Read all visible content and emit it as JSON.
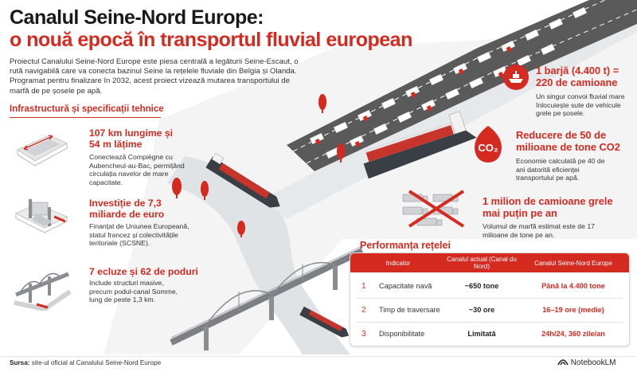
{
  "title": {
    "line1": "Canalul Seine-Nord Europe:",
    "line2": "o nouă epocă în transportul fluvial european"
  },
  "intro": "Proiectul Canalului Seine-Nord Europe este piesa centrală a legăturii Seine-Escaut, o rută navigabilă care va conecta bazinul Seine la rețelele fluviale din Belgia și Olanda. Programat pentru finalizare în 2032, acest proiect vizează mutarea transportului de marfă de pe șosele pe apă.",
  "infrastructure": {
    "heading": "Infrastructură și specificații tehnice",
    "items": [
      {
        "icon": "canal-length-icon",
        "title": "107 km lungime și 54 m lățime",
        "text": "Conectează Compiègne cu Aubencheul-au-Bac, permițând circulația navelor de mare capacitate."
      },
      {
        "icon": "lock-gate-icon",
        "title": "Investiție de 7,3 miliarde de euro",
        "text": "Finanțat de Uniunea Europeană, statul francez și colectivitățile teritoriale (SCSNE)."
      },
      {
        "icon": "bridge-icon",
        "title": "7 ecluze și 62 de poduri",
        "text": "Include structuri masive, precum podul-canal Somme, lung de peste 1,3 km."
      }
    ]
  },
  "benefits": [
    {
      "icon": "barge-icon",
      "title": "1 barjă (4.400 t) = 220 de camioane",
      "text": "Un singur convoi fluvial mare înlocuiește sute de vehicule grele pe șosele."
    },
    {
      "icon": "co2-leaf-icon",
      "title": "Reducere de 50 de milioane de tone CO2",
      "text": "Economie calculată pe 40 de ani datorită eficienței transportului pe apă."
    },
    {
      "icon": "crossed-trucks-icon",
      "title": "1 milion de camioane grele mai puțin pe an",
      "text": "Volumul de marfă estimat este de 17 milioane de tone pe an."
    }
  ],
  "performance": {
    "heading": "Performanța rețelei",
    "headers": [
      "Indicator",
      "Canalul actual (Canal du Nord)",
      "Canalul Seine-Nord Europe"
    ],
    "rows": [
      {
        "num": "1",
        "indicator": "Capacitate navă",
        "current": "~650 tone",
        "new": "Până la 4.400 tone"
      },
      {
        "num": "2",
        "indicator": "Timp de traversare",
        "current": "~30 ore",
        "new": "16–19 ore (medie)"
      },
      {
        "num": "3",
        "indicator": "Disponibilitate",
        "current": "Limitată",
        "new": "24h/24, 360 zile/an"
      }
    ]
  },
  "footer": {
    "source_label": "Sursa:",
    "source_text": "site-ul oficial al Canalului Seine-Nord Europe",
    "brand": "NotebookLM"
  },
  "colors": {
    "accent": "#d42a20",
    "text": "#222222"
  }
}
